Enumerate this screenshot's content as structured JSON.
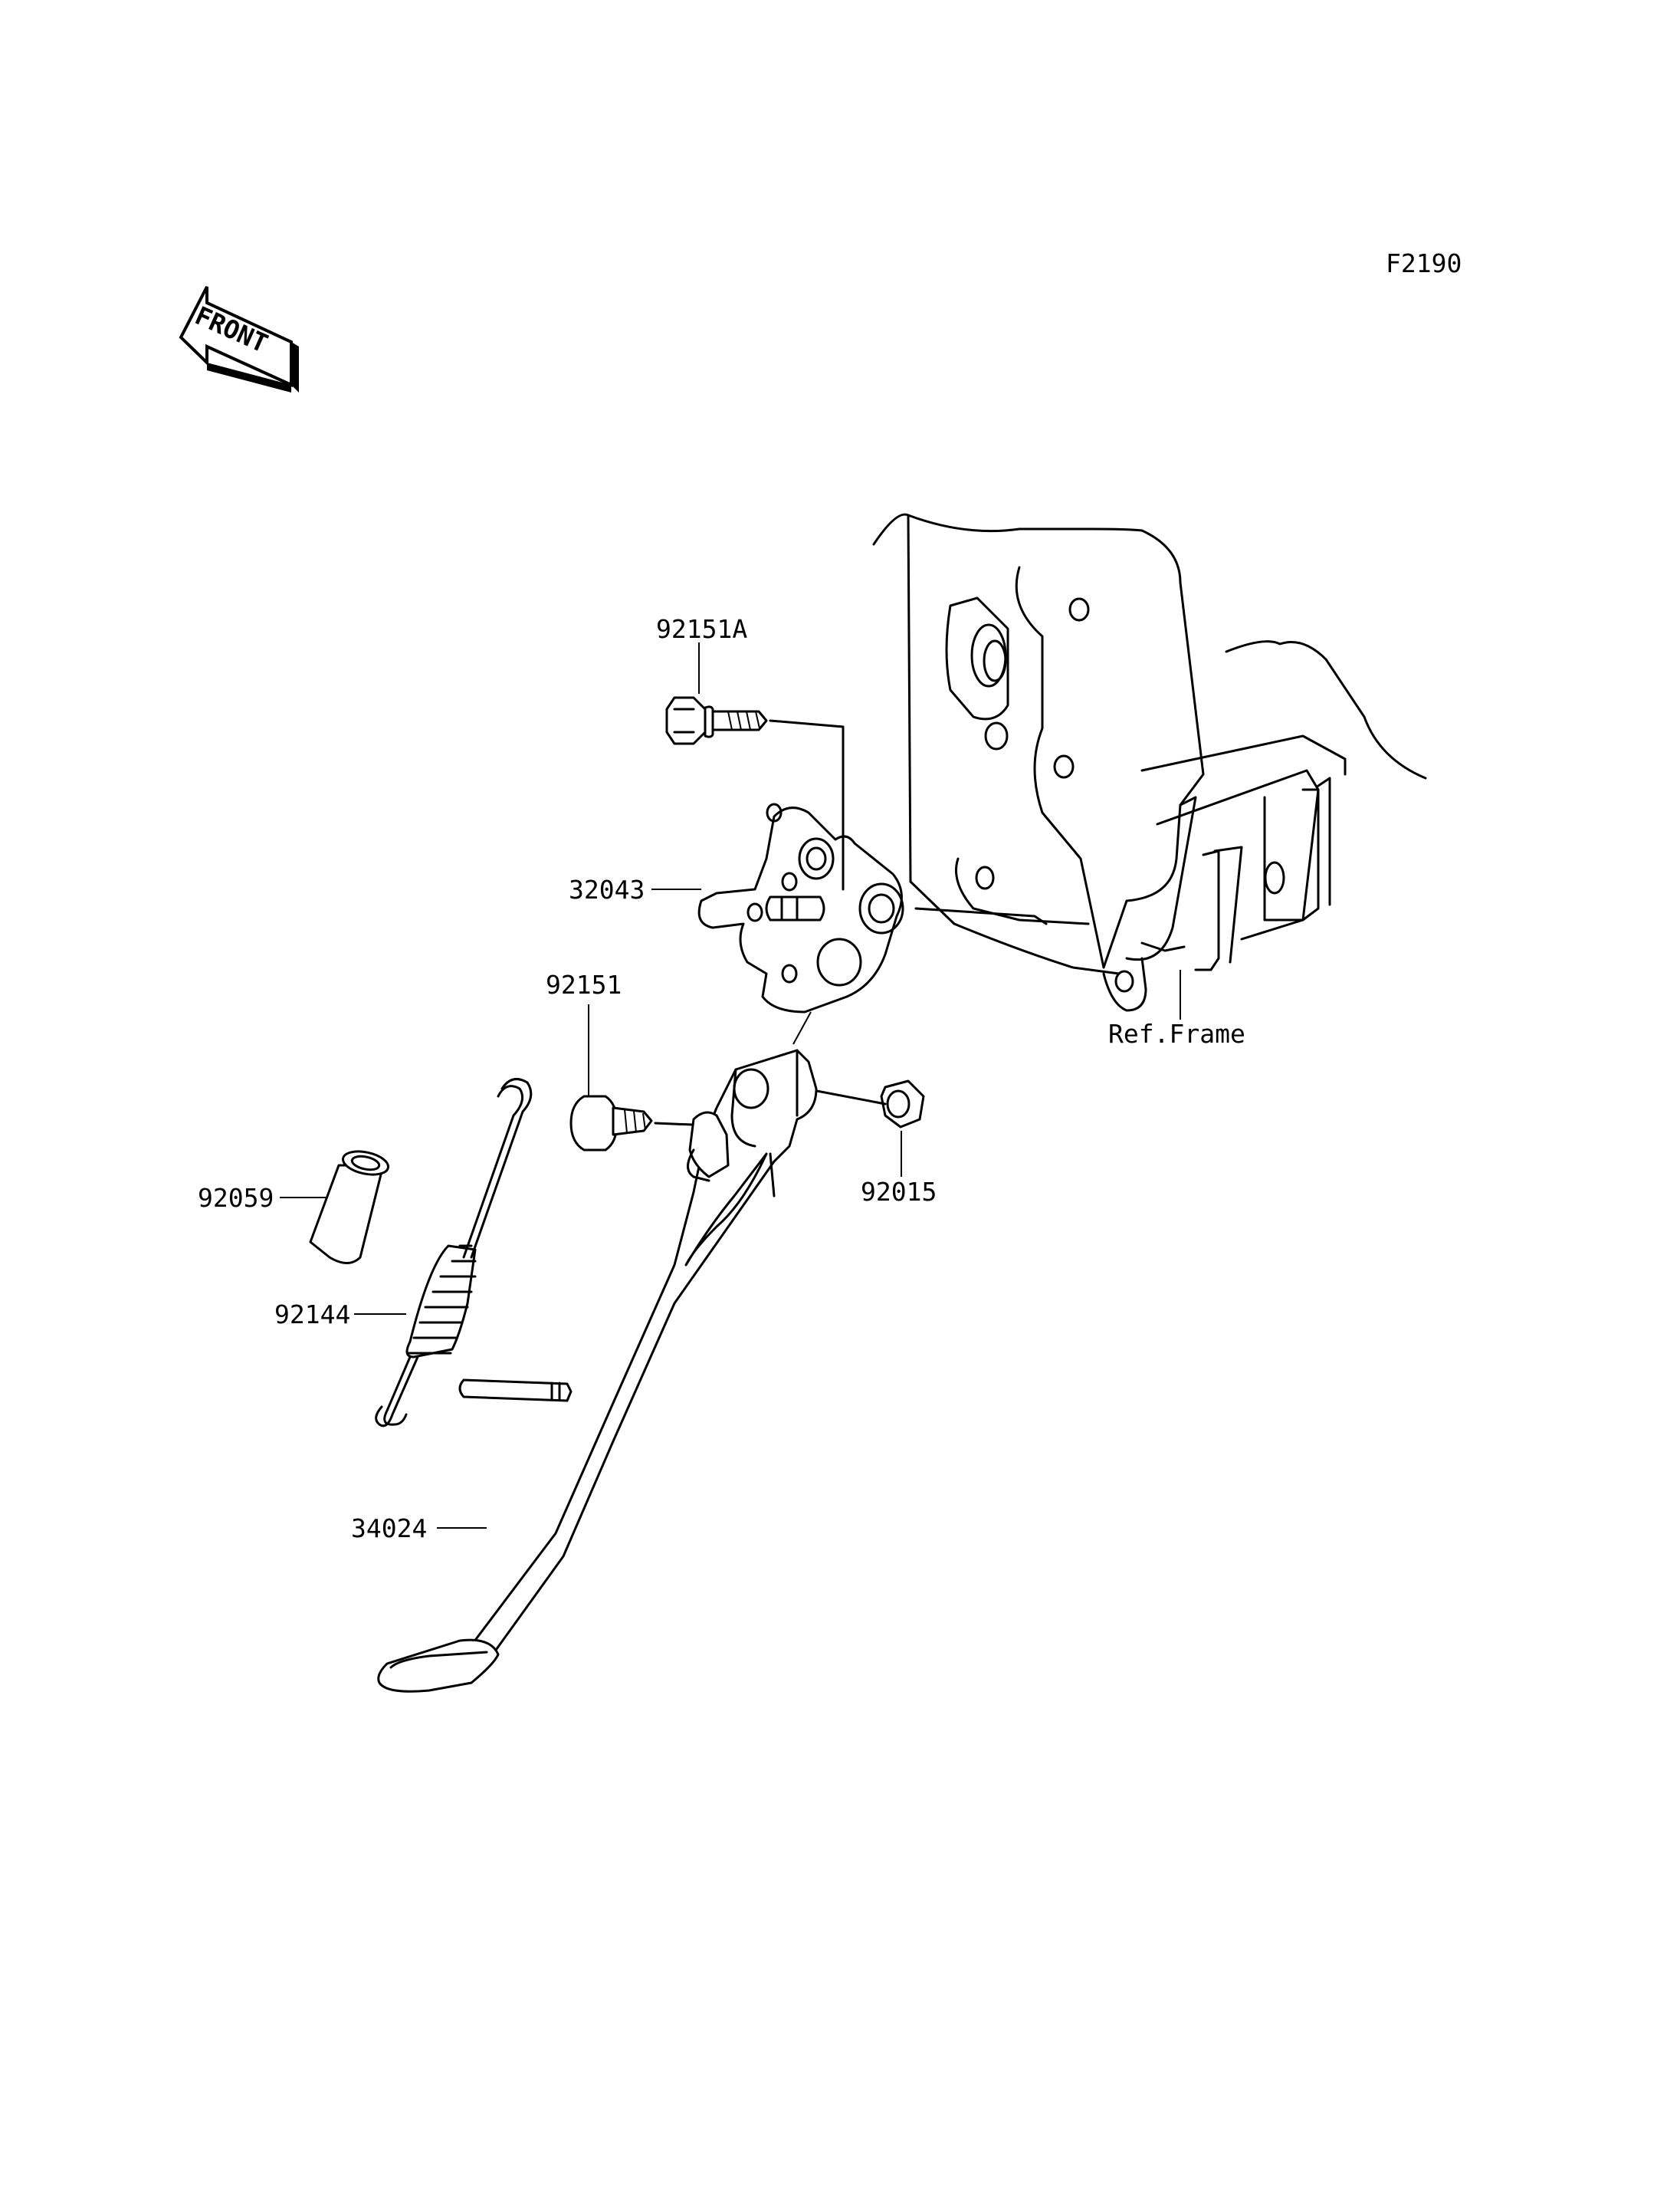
{
  "figure_code": "F2190",
  "front_arrow": {
    "text": "FRONT",
    "icon": "front-direction-arrow-icon"
  },
  "callouts": {
    "bolt_upper": "92151A",
    "bracket": "32043",
    "bolt_pivot": "92151",
    "frame": "Ref.Frame",
    "collar": "92059",
    "nut": "92015",
    "spring": "92144",
    "side_stand": "34024"
  }
}
